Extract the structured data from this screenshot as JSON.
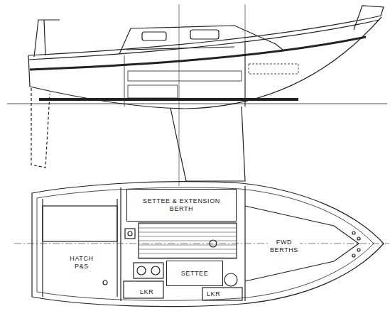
{
  "diagram": {
    "nodes": [
      {
        "text": [
          "SETTEE & EXTENSION BERTH"
        ]
      },
      {
        "text": [
          "HATCH P&S"
        ]
      },
      {
        "text": [
          "SETTEE"
        ]
      }
    ],
    "labels": [
      "FWD BERTHS",
      "LKR",
      "LKR"
    ]
  }
}
